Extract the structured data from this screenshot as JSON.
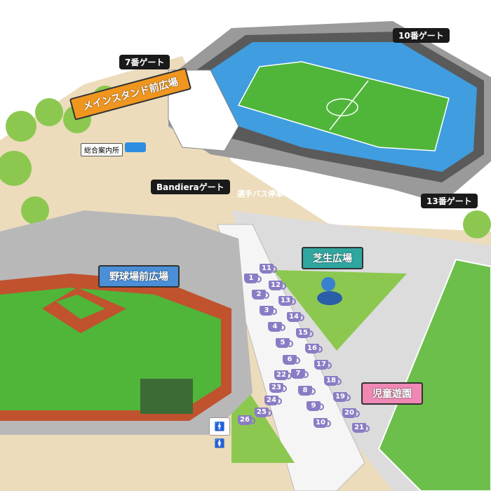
{
  "gates": {
    "gate7": "7番ゲート",
    "gate10": "10番ゲート",
    "gate13": "13番ゲート",
    "bandiera": "Bandieraゲート"
  },
  "places": {
    "bus_stop": "選手バス停車場所",
    "info_desk": "総合案内所",
    "main_stand_plaza": "メインスタンド前広場",
    "baseball_plaza": "野球場前広場",
    "lawn_plaza": "芝生広場",
    "playground": "児童遊園"
  },
  "colors": {
    "main_stand_plaza": "#f0961e",
    "baseball_plaza": "#4a8fd8",
    "lawn_plaza": "#2fa7a0",
    "playground": "#ef88b4",
    "stall": "#8a7cc4"
  },
  "stalls": [
    "1",
    "2",
    "3",
    "4",
    "5",
    "6",
    "7",
    "8",
    "9",
    "10",
    "11",
    "12",
    "13",
    "14",
    "15",
    "16",
    "17",
    "18",
    "19",
    "20",
    "21",
    "22",
    "23",
    "24",
    "25",
    "26"
  ],
  "toilet_icon": "toilet-icon"
}
